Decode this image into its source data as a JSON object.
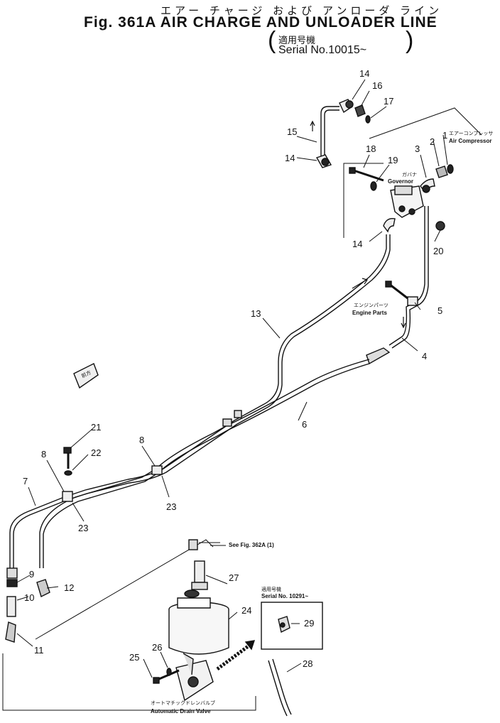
{
  "header": {
    "title_jp": "エアー チャージ および アンローダ ライン",
    "title": "Fig. 361A  AIR CHARGE AND UNLOADER LINE",
    "serial_jp": "適用号機",
    "serial": "Serial No.10015~"
  },
  "annotations": {
    "compressor_jp": "エアーコンプレッサ",
    "compressor": "Air Compressor",
    "governor_jp": "ガバナ",
    "governor": "Governor",
    "engine_parts_jp": "エンジンパーツ",
    "engine_parts": "Engine Parts",
    "see_fig": "See Fig. 362A (1)",
    "serial_box_jp": "適用号機",
    "serial_box": "Serial No. 10291~",
    "drain_valve_jp": "オートマチックドレンバルブ",
    "drain_valve": "Automatic Drain Valve",
    "front_mark": "前方"
  },
  "callouts": [
    "1",
    "2",
    "3",
    "4",
    "5",
    "6",
    "7",
    "8",
    "8",
    "9",
    "10",
    "11",
    "12",
    "13",
    "14",
    "14",
    "14",
    "15",
    "16",
    "17",
    "18",
    "19",
    "20",
    "21",
    "22",
    "23",
    "23",
    "24",
    "25",
    "26",
    "27",
    "28",
    "29"
  ]
}
